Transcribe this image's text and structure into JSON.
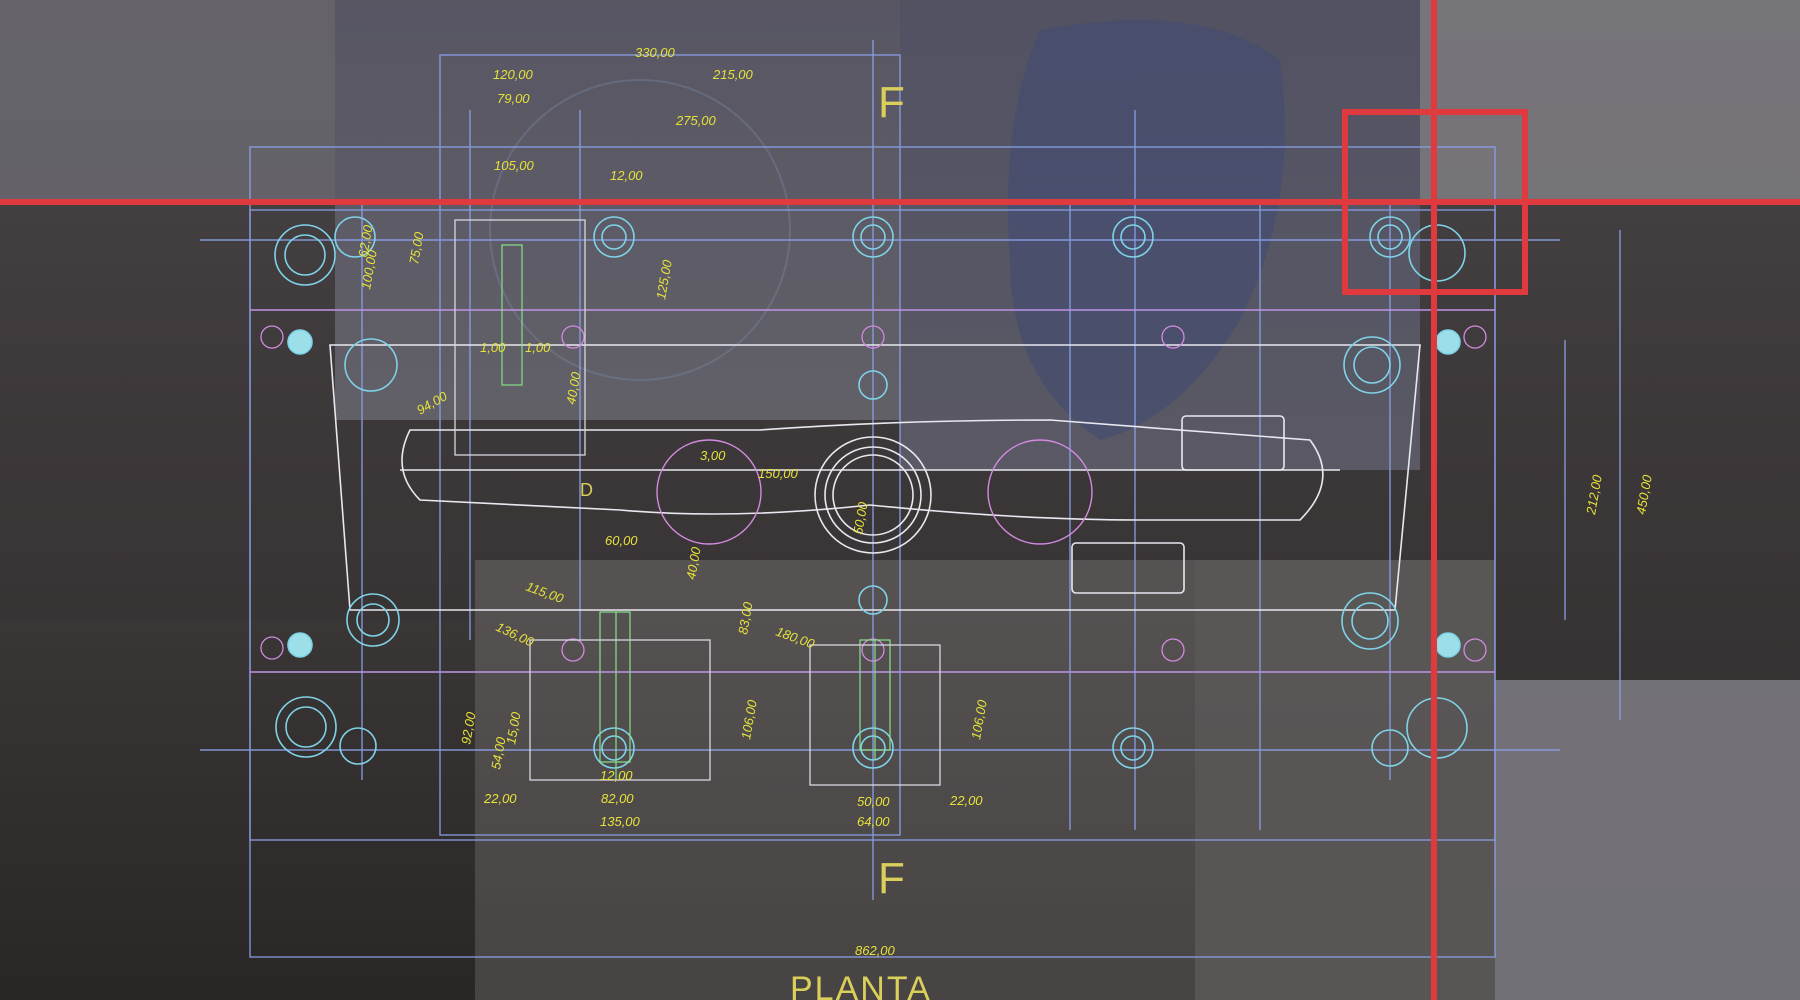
{
  "drawing": {
    "plan_label": "PLANTA",
    "section_top": "F",
    "section_bottom": "F",
    "detail_letter": "D",
    "dimensions": {
      "d330": "330,00",
      "d120": "120,00",
      "d215": "215,00",
      "d79": "79,00",
      "d275": "275,00",
      "d105": "105,00",
      "d12": "12,00",
      "d62": "62,00",
      "d125": "125,00",
      "d100": "100,00",
      "d75": "75,00",
      "d1a": "1,00",
      "d1b": "1,00",
      "d40": "40,00",
      "d94": "94,00",
      "d150": "150,00",
      "d3": "3,00",
      "d50": "50,00",
      "d115": "115,00",
      "d136": "136,00",
      "d60": "60,00",
      "d40b": "40,00",
      "d180": "180,00",
      "d83": "83,00",
      "d1060a": "106,00",
      "d1060b": "106,00",
      "d92": "92,00",
      "d54": "54,00",
      "d15": "15,00",
      "d22a": "22,00",
      "d22b": "22,00",
      "d12b": "12,00",
      "d82": "82,00",
      "d135": "135,00",
      "d50b": "50,00",
      "d64": "64,00",
      "d212": "212,00",
      "d450": "450,00",
      "d862": "862,00"
    }
  },
  "overlay": {
    "crosshair_color": "#e03a3f",
    "roi_box_color": "#e03a3f",
    "blueprint_line_color": "#8aa0e8"
  }
}
